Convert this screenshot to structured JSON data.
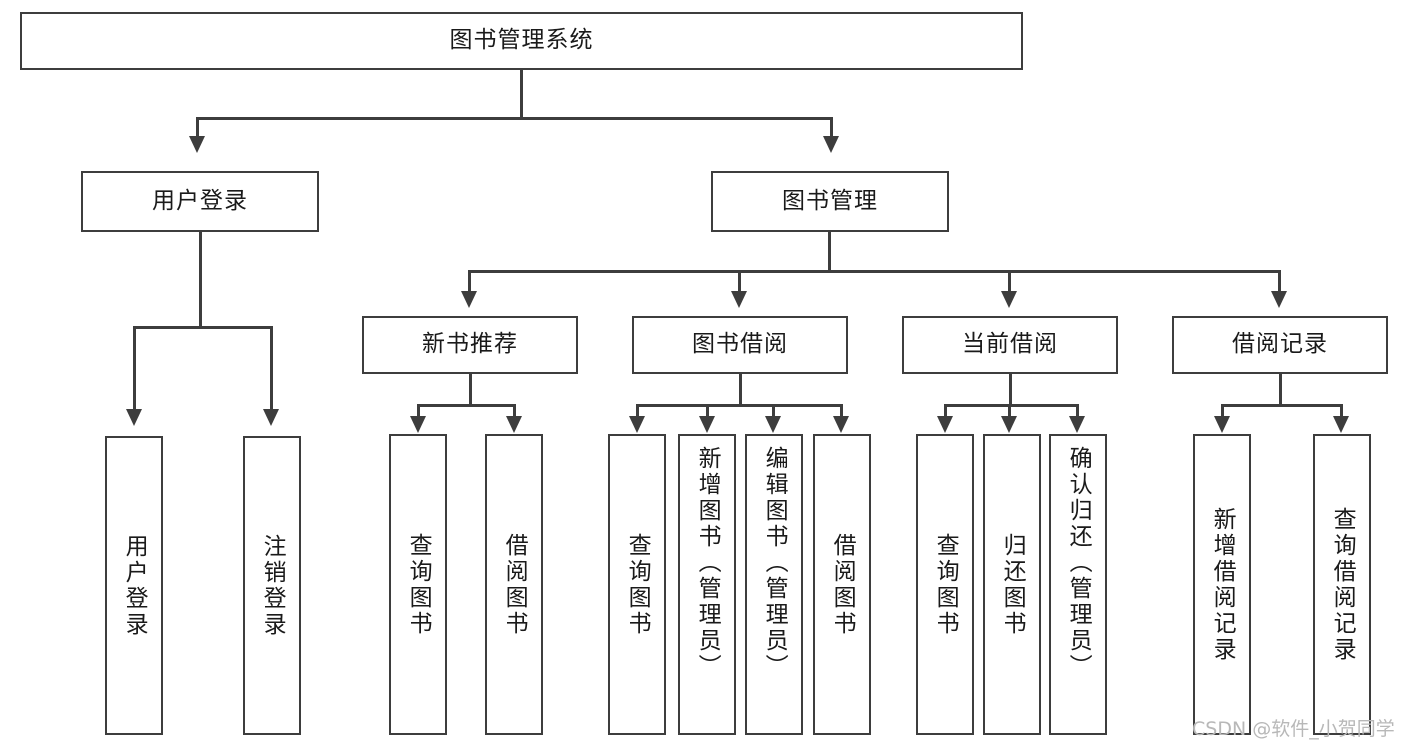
{
  "diagram": {
    "title": "图书管理系统",
    "type": "hierarchy-tree",
    "root": {
      "label": "图书管理系统",
      "level": 1
    },
    "level2": [
      {
        "label": "用户登录"
      },
      {
        "label": "图书管理"
      }
    ],
    "level3": [
      {
        "label": "新书推荐"
      },
      {
        "label": "图书借阅"
      },
      {
        "label": "当前借阅"
      },
      {
        "label": "借阅记录"
      }
    ],
    "leaves": {
      "user_login": [
        {
          "label": "用户登录"
        },
        {
          "label": "注销登录"
        }
      ],
      "new_book_recommend": [
        {
          "label": "查询图书"
        },
        {
          "label": "借阅图书"
        }
      ],
      "book_borrow": [
        {
          "label": "查询图书"
        },
        {
          "label": "新增图书（管理员）"
        },
        {
          "label": "编辑图书（管理员）"
        },
        {
          "label": "借阅图书"
        }
      ],
      "current_borrow": [
        {
          "label": "查询图书"
        },
        {
          "label": "归还图书"
        },
        {
          "label": "确认归还（管理员）"
        }
      ],
      "borrow_record": [
        {
          "label": "新增借阅记录"
        },
        {
          "label": "查询借阅记录"
        }
      ]
    }
  },
  "watermark": {
    "text": "CSDN @软件_小贺同学"
  },
  "colors": {
    "stroke": "#3d3d3d",
    "text": "#1a1a1a",
    "background": "#ffffff",
    "watermark": "#b8b8b8"
  }
}
